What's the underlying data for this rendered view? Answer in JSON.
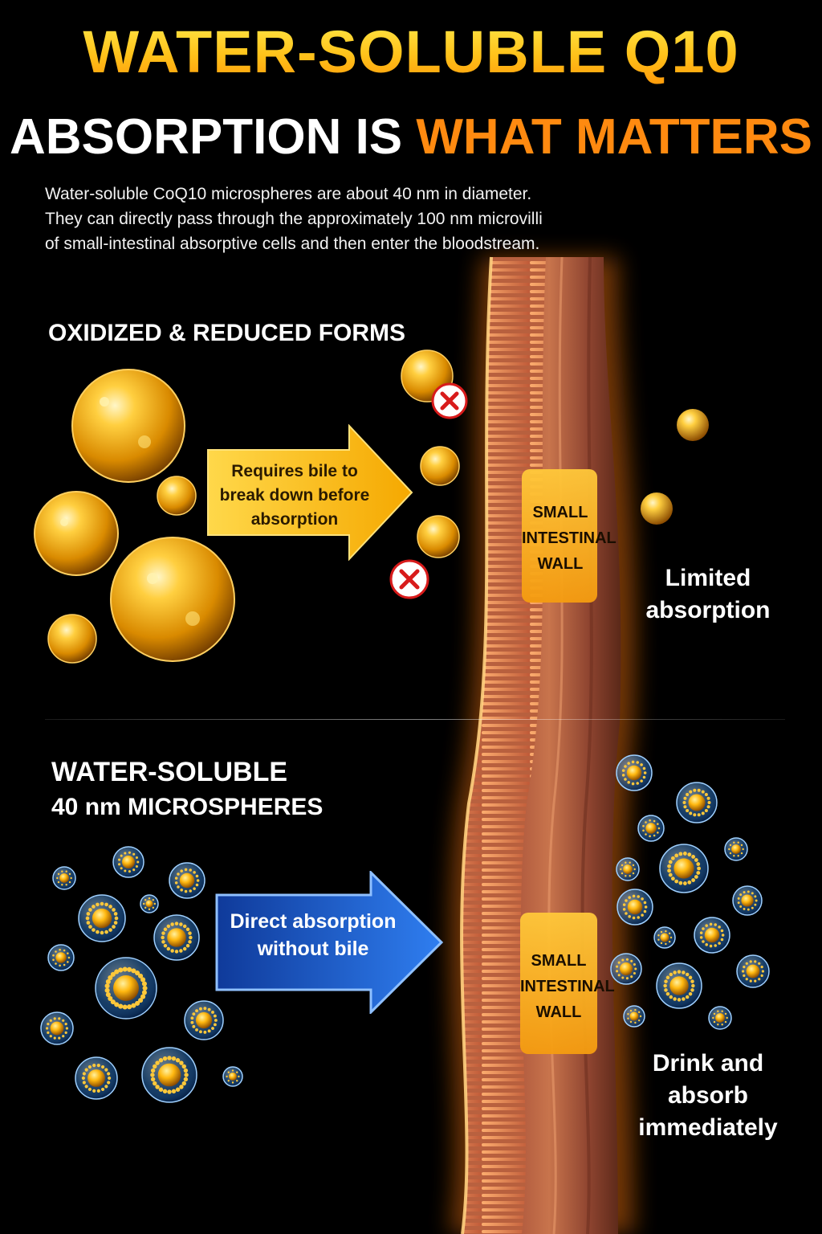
{
  "header": {
    "title_line1": "WATER-SOLUBLE Q10",
    "title_line2_white": "ABSORPTION IS",
    "title_line2_orange": "WHAT MATTERS",
    "intro_lines": [
      "Water-soluble CoQ10 microspheres are about 40 nm in diameter.",
      "They can directly pass through the approximately 100 nm microvilli",
      "of small-intestinal absorptive cells and then enter the bloodstream."
    ]
  },
  "section_oxidized": {
    "heading": "OXIDIZED & REDUCED FORMS",
    "arrow_lines": [
      "Requires bile to",
      "break down before",
      "absorption"
    ],
    "wall_lines": [
      "SMALL",
      "INTESTINAL",
      "WALL"
    ],
    "result_lines": [
      "Limited",
      "absorption"
    ]
  },
  "section_water_soluble": {
    "heading_line1": "WATER-SOLUBLE",
    "heading_line2": "40 nm MICROSPHERES",
    "arrow_lines": [
      "Direct absorption",
      "without bile"
    ],
    "wall_lines": [
      "SMALL",
      "INTESTINAL",
      "WALL"
    ],
    "result_lines": [
      "Drink and",
      "absorb",
      "immediately"
    ]
  },
  "icons": {
    "blocked": "x-mark-icon",
    "large_droplet": "oil-droplet-icon",
    "microsphere": "microsphere-icon"
  },
  "colors": {
    "title_yellow": "#ffd21a",
    "title_orange": "#ff8a10",
    "gold": "#f5a800",
    "arrow_yellow": "#ffc21a",
    "arrow_blue": "#1f5fd0",
    "wall_tissue": "#a8553a",
    "reject_red": "#d81b1b"
  }
}
